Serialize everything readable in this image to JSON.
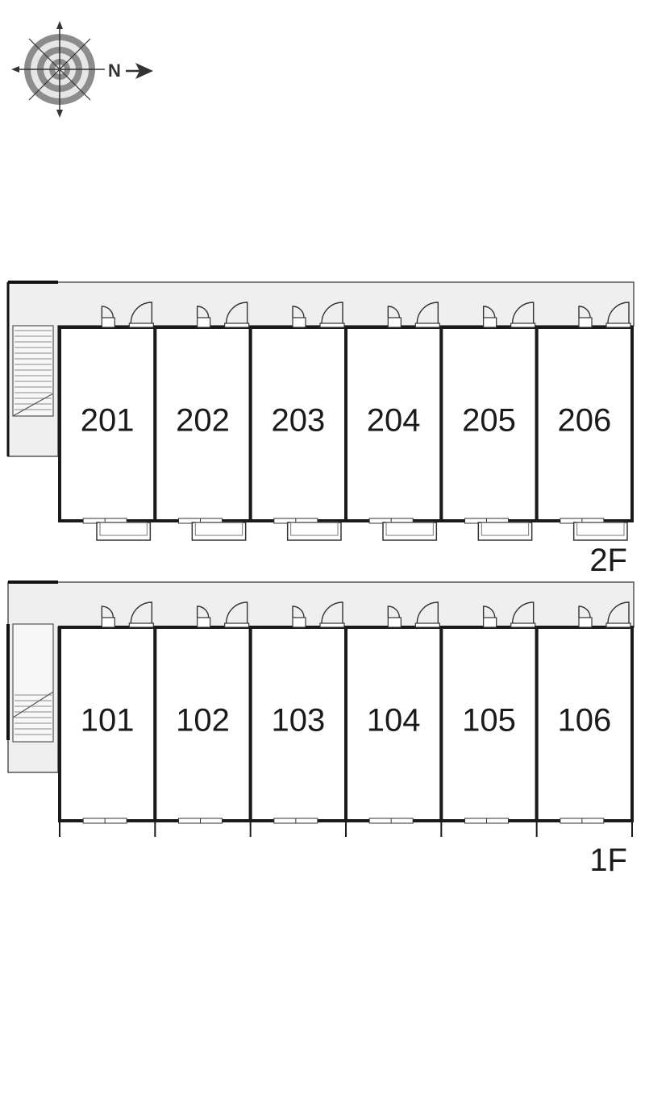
{
  "compass": {
    "north_label": "N",
    "icon": "compass-rose-icon",
    "north_direction": "right"
  },
  "floors": [
    {
      "id": "2F",
      "label": "2F",
      "units": [
        "201",
        "202",
        "203",
        "204",
        "205",
        "206"
      ]
    },
    {
      "id": "1F",
      "label": "1F",
      "units": [
        "101",
        "102",
        "103",
        "104",
        "105",
        "106"
      ]
    }
  ],
  "colors": {
    "wall": "#1a1a1a",
    "corridor": "#efefef",
    "stair_gray": "#bdbdbd",
    "compass_gray": "#8c8c8c",
    "compass_dark": "#4a4a4a"
  }
}
